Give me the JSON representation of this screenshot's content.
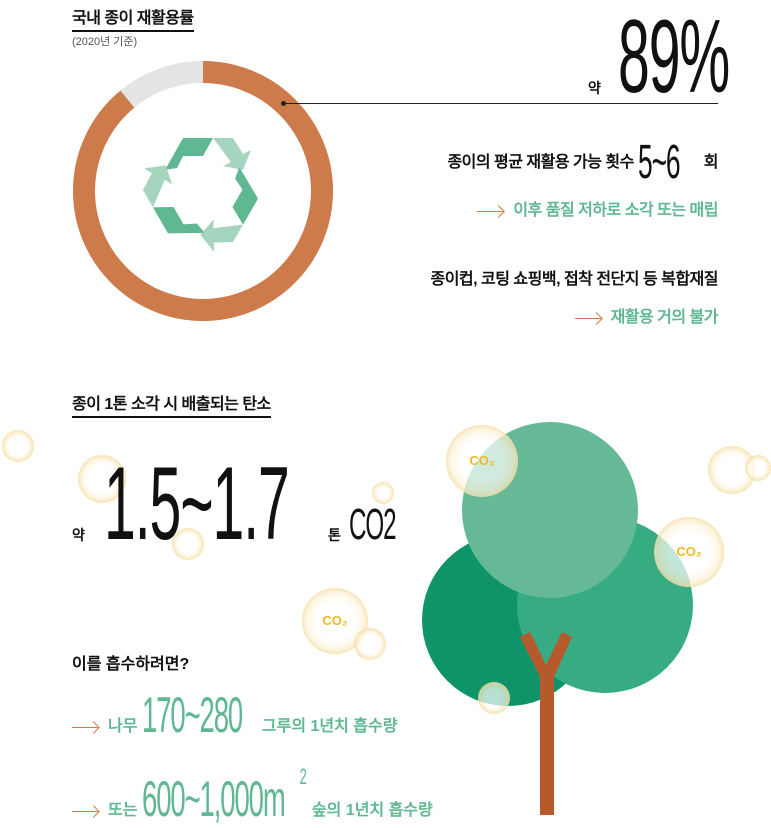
{
  "recycling": {
    "title": "국내 종이 재활용률",
    "subtitle": "(2020년 기준)",
    "prefix": "약",
    "rate": "89%",
    "rate_value": 89,
    "colors": {
      "filled": "#cd7b4a",
      "empty": "#e3e5e5"
    },
    "fact1": {
      "text": "종이의 평균 재활용 가능 횟수",
      "number": "5~6",
      "unit": "회",
      "note": "이후 품질 저하로 소각 또는 매립"
    },
    "fact2": {
      "text": "종이컵, 코팅 쇼핑백, 접착 전단지 등 복합재질",
      "note": "재활용 거의 불가"
    }
  },
  "carbon": {
    "title": "종이 1톤 소각 시 배출되는 탄소",
    "prefix": "약",
    "number": "1.5~1.7",
    "unit": "톤",
    "gas": "CO2",
    "bubble_label": "CO₂",
    "question": "이를 흡수하려면?",
    "option1": {
      "pre": "나무",
      "number": "170~280",
      "post": "그루의 1년치 흡수량"
    },
    "option2": {
      "pre": "또는",
      "number": "600~1,000m",
      "sup": "2",
      "post": "숲의 1년치 흡수량"
    }
  }
}
